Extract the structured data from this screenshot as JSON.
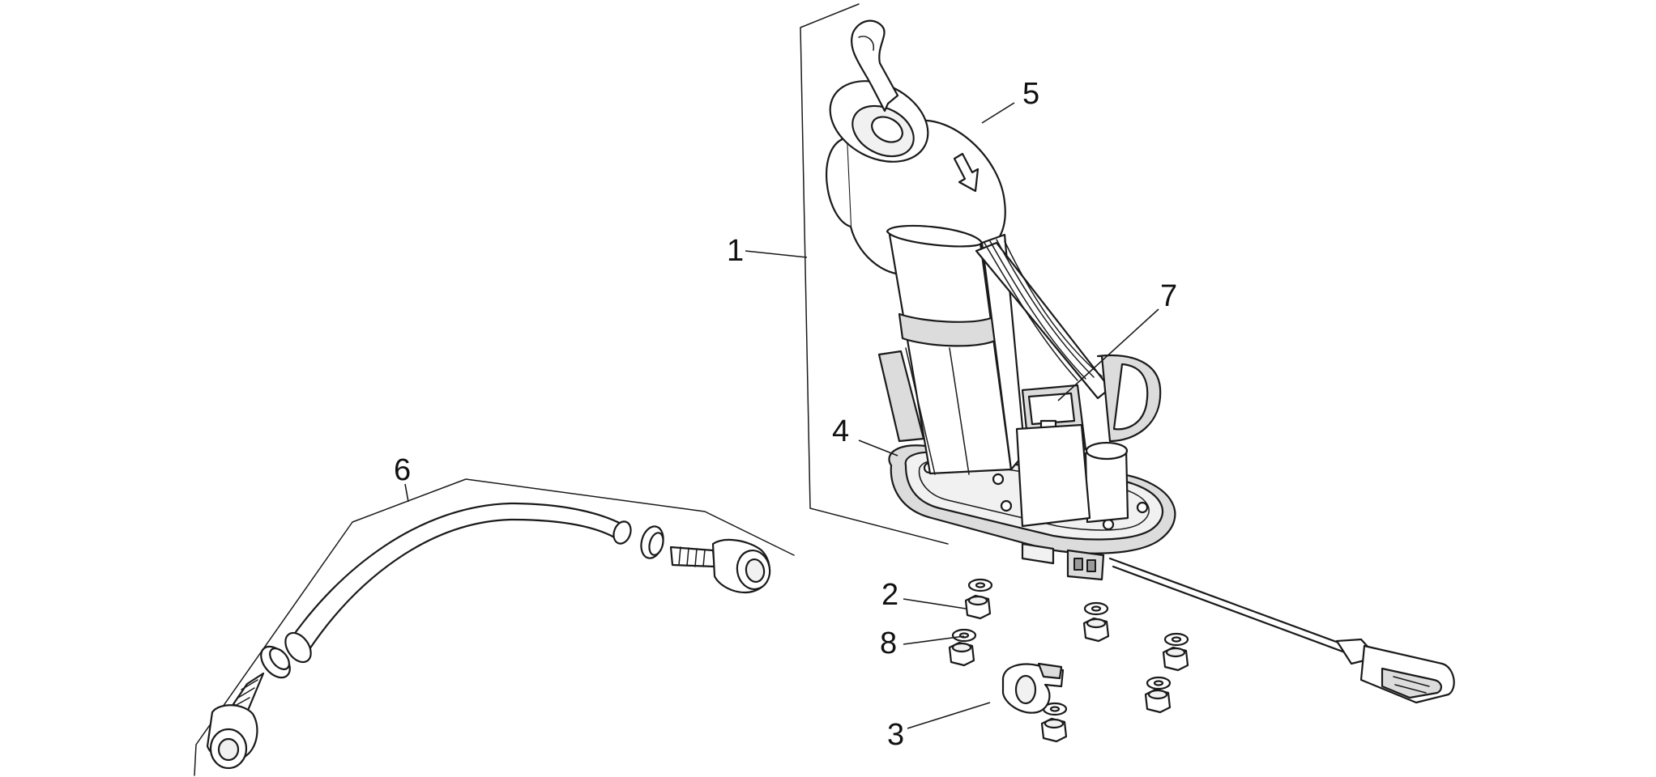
{
  "callouts": [
    {
      "id": "1",
      "label": "1"
    },
    {
      "id": "2",
      "label": "2"
    },
    {
      "id": "3",
      "label": "3"
    },
    {
      "id": "4",
      "label": "4"
    },
    {
      "id": "5",
      "label": "5"
    },
    {
      "id": "6",
      "label": "6"
    },
    {
      "id": "7",
      "label": "7"
    },
    {
      "id": "8",
      "label": "8"
    }
  ],
  "colors": {
    "line": "#1a1a1a",
    "shade": "#dcdcdc",
    "background": "#ffffff"
  }
}
